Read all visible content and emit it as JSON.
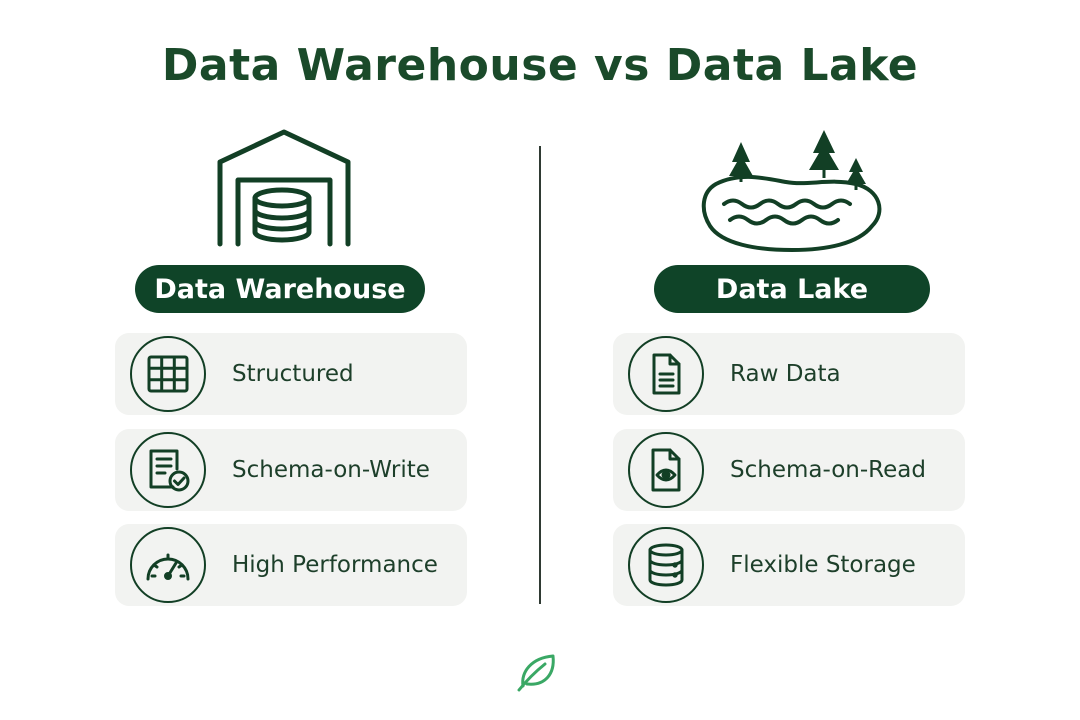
{
  "title": "Data Warehouse vs Data Lake",
  "colors": {
    "primary": "#0f4428",
    "card_bg": "#f2f3f1",
    "accent_green": "#3aa865"
  },
  "left": {
    "icon": "warehouse-database-icon",
    "heading": "Data Warehouse",
    "items": [
      {
        "icon": "grid-table-icon",
        "label": "Structured"
      },
      {
        "icon": "document-check-icon",
        "label": "Schema-on-Write"
      },
      {
        "icon": "speedometer-icon",
        "label": "High Performance"
      }
    ]
  },
  "right": {
    "icon": "lake-with-trees-icon",
    "heading": "Data Lake",
    "items": [
      {
        "icon": "document-icon",
        "label": "Raw Data"
      },
      {
        "icon": "document-eye-icon",
        "label": "Schema-on-Read"
      },
      {
        "icon": "database-stack-icon",
        "label": "Flexible Storage"
      }
    ]
  },
  "footer": {
    "icon": "leaf-icon"
  }
}
